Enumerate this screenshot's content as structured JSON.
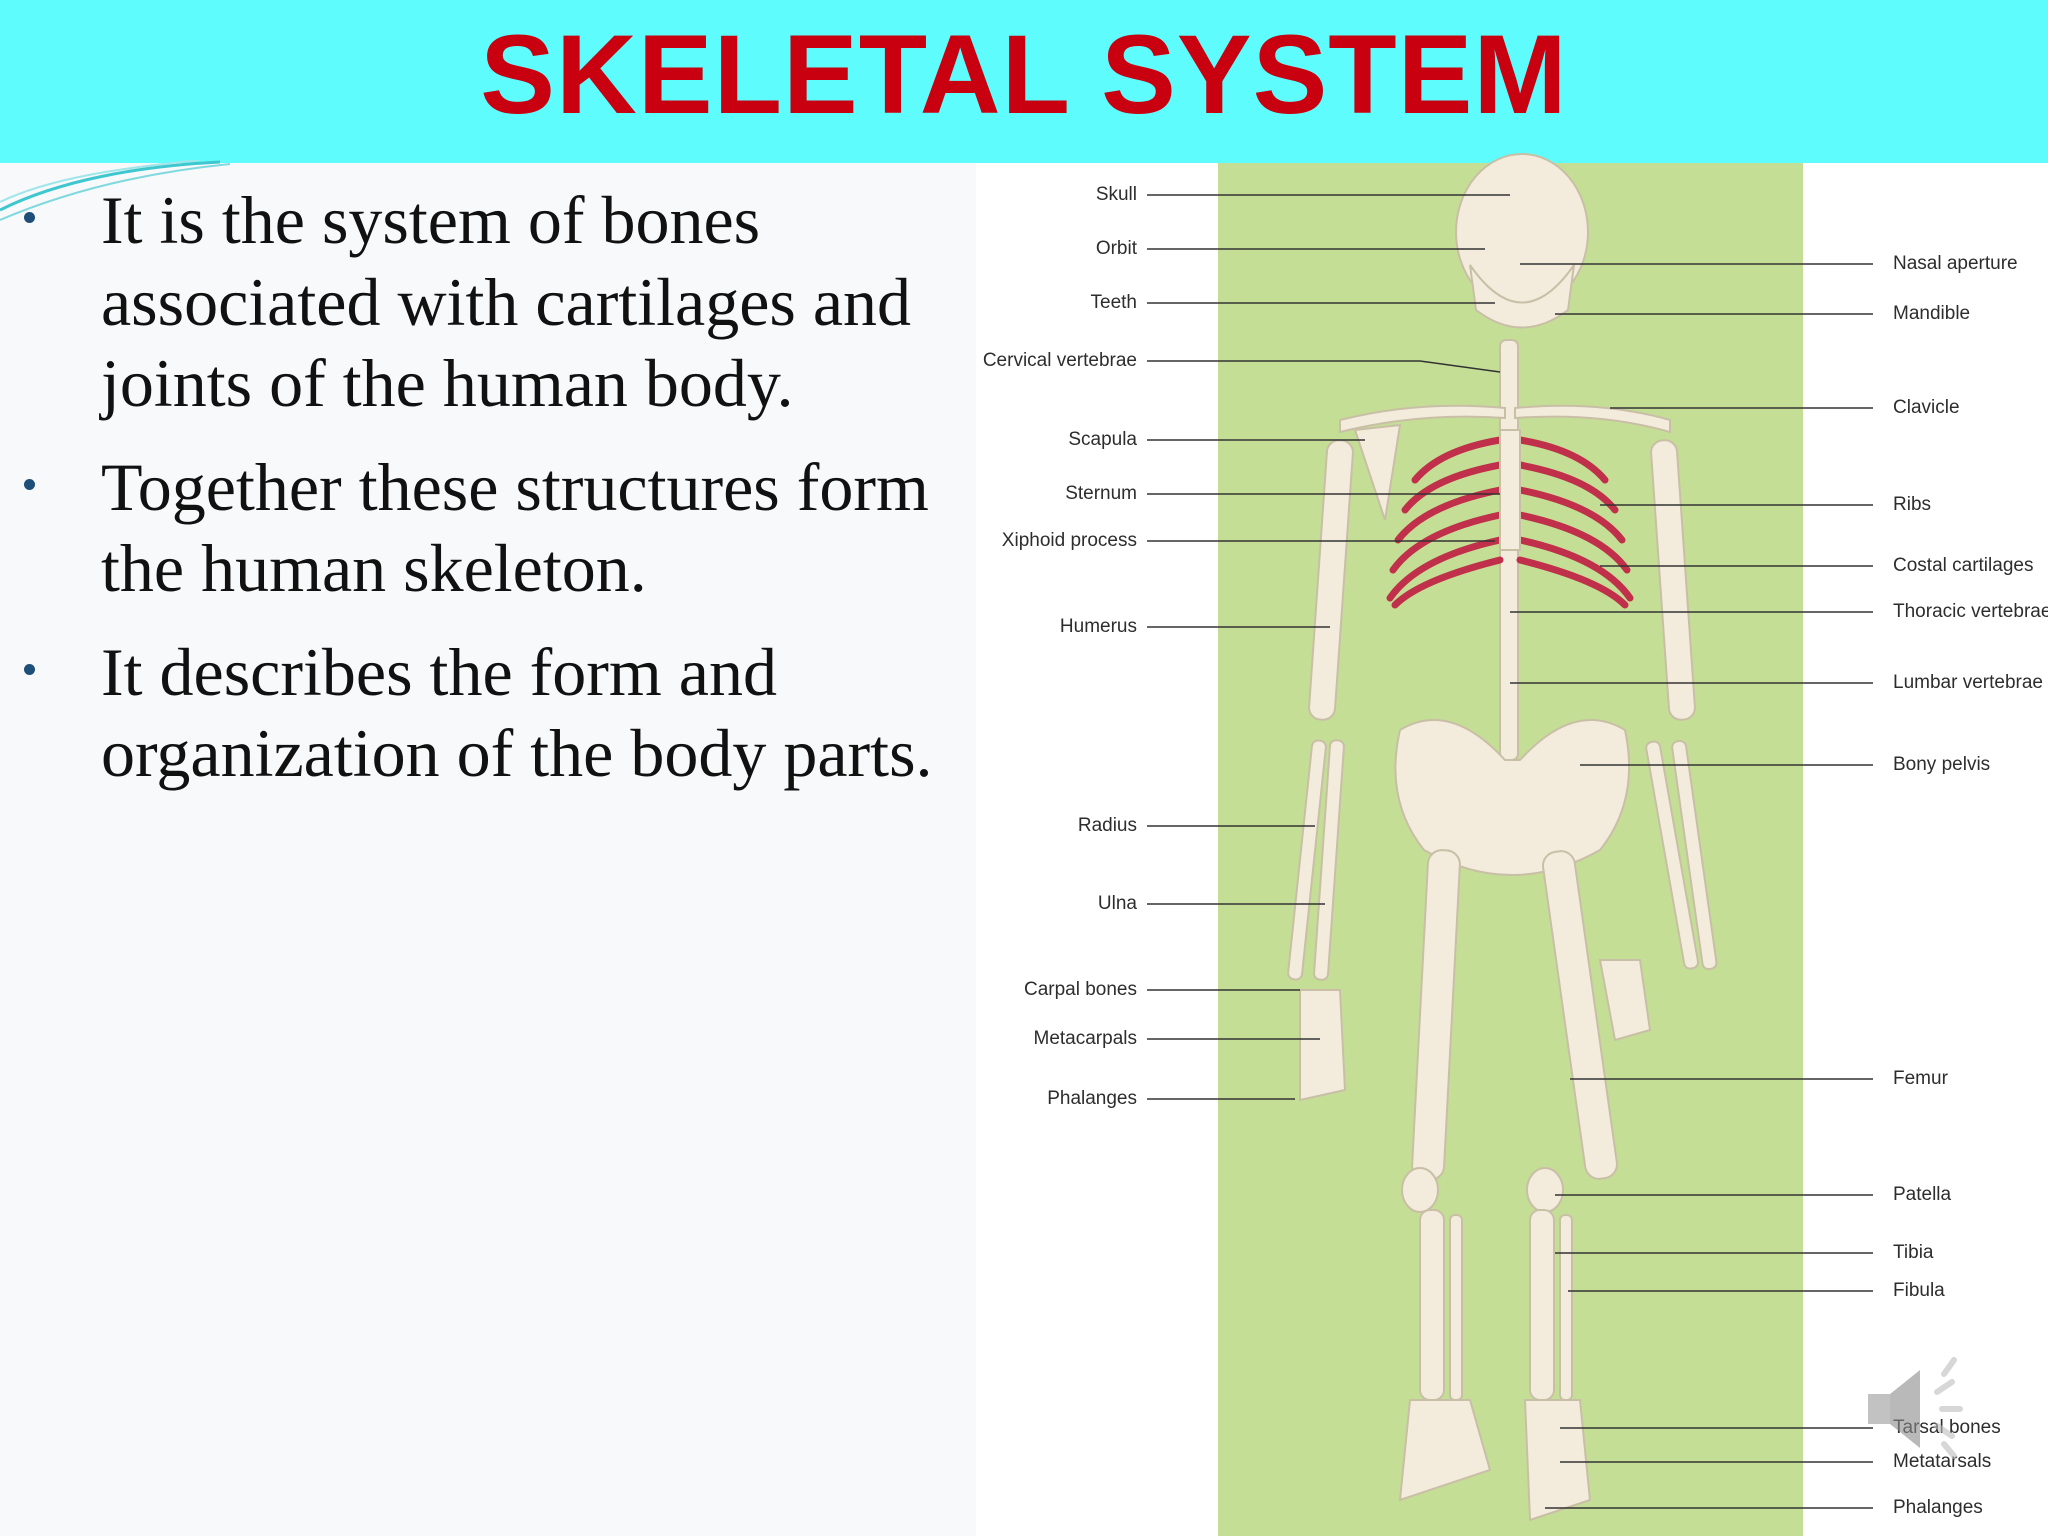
{
  "slide": {
    "title": "SKELETAL SYSTEM",
    "bullets": [
      "It is the system of bones associated with cartilages and joints of the human body.",
      "Together these structures form the human skeleton.",
      "It describes the form and organization of the body parts."
    ]
  },
  "figure": {
    "left_labels": [
      "Skull",
      "Orbit",
      "Teeth",
      "Cervical vertebrae",
      "Scapula",
      "Sternum",
      "Xiphoid process",
      "Humerus",
      "Radius",
      "Ulna",
      "Carpal bones",
      "Metacarpals",
      "Phalanges"
    ],
    "right_labels": [
      "Nasal aperture",
      "Mandible",
      "Clavicle",
      "Ribs",
      "Costal cartilages",
      "Thoracic vertebrae",
      "Lumbar vertebrae",
      "Bony pelvis",
      "Femur",
      "Patella",
      "Tibia",
      "Fibula",
      "Tarsal bones",
      "Metatarsals",
      "Phalanges"
    ]
  },
  "colors": {
    "header_bg": "#5ffcfd",
    "title": "#c8000f",
    "figure_bg": "#c5de96",
    "cartilage": "#c0304a",
    "bone": "#f3ecdc"
  },
  "icons": [
    "speaker-icon"
  ]
}
